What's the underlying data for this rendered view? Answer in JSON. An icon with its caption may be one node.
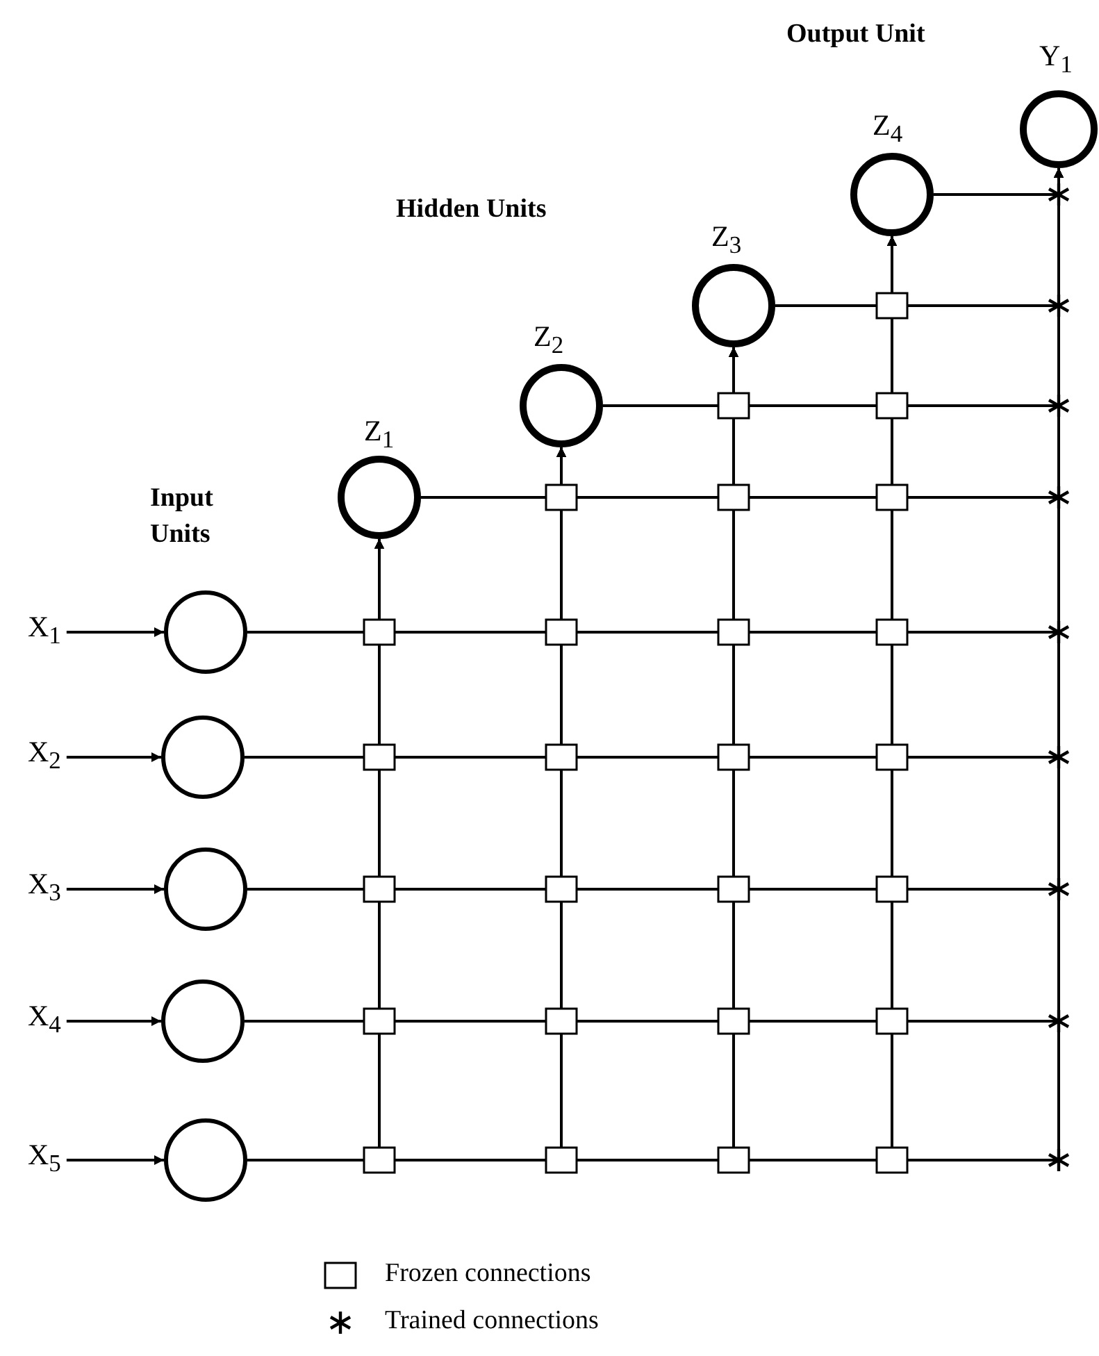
{
  "diagram": {
    "nodes": [
      {
        "text": [
          "Y$_{1}$"
        ]
      },
      {
        "text": [
          "Z$_{4}$"
        ]
      },
      {
        "text": [
          "Z$_{3}$"
        ]
      },
      {
        "text": [
          "Z$_{2}$"
        ]
      },
      {
        "text": [
          "Z$_{1}$"
        ]
      },
      {
        "text": [
          "X$_{1}$"
        ]
      },
      {
        "text": [],
        "shape": "circle"
      },
      {
        "text": [
          "X$_{2}$"
        ]
      },
      {
        "text": [],
        "shape": "circle"
      },
      {
        "text": [
          "X$_{3}$"
        ]
      },
      {
        "text": [],
        "shape": "circle"
      },
      {
        "text": [
          "X$_{4}$"
        ]
      },
      {
        "text": [],
        "shape": "circle"
      },
      {
        "text": [
          "X$_{5}$"
        ]
      },
      {
        "text": [],
        "shape": "circle"
      }
    ],
    "edges": [
      {
        "from": 5,
        "to": 6,
        "arrow": "to"
      },
      {
        "from": 7,
        "to": 8,
        "arrow": "to"
      },
      {
        "from": 9,
        "to": 10,
        "arrow": "to"
      },
      {
        "from": 11,
        "to": 12,
        "arrow": "to"
      },
      {
        "from": 13,
        "to": 14,
        "arrow": "to"
      },
      {
        "from": 6,
        "to": 4,
        "arrow": "to"
      },
      {
        "from": 6,
        "to": 3,
        "arrow": "to"
      },
      {
        "from": 6,
        "to": 2,
        "arrow": "to"
      },
      {
        "from": 6,
        "to": 1,
        "arrow": "to"
      },
      {
        "from": 6,
        "to": 0,
        "arrow": "to"
      },
      {
        "from": 8,
        "to": 4,
        "arrow": "to"
      },
      {
        "from": 8,
        "to": 3,
        "arrow": "to"
      },
      {
        "from": 8,
        "to": 2,
        "arrow": "to"
      },
      {
        "from": 8,
        "to": 1,
        "arrow": "to"
      },
      {
        "from": 8,
        "to": 0,
        "arrow": "to"
      },
      {
        "from": 10,
        "to": 4,
        "arrow": "to"
      },
      {
        "from": 10,
        "to": 3,
        "arrow": "to"
      },
      {
        "from": 10,
        "to": 2,
        "arrow": "to"
      },
      {
        "from": 10,
        "to": 1,
        "arrow": "to"
      },
      {
        "from": 10,
        "to": 0,
        "arrow": "to"
      },
      {
        "from": 12,
        "to": 4,
        "arrow": "to"
      },
      {
        "from": 12,
        "to": 3,
        "arrow": "to"
      },
      {
        "from": 12,
        "to": 2,
        "arrow": "to"
      },
      {
        "from": 12,
        "to": 1,
        "arrow": "to"
      },
      {
        "from": 12,
        "to": 0,
        "arrow": "to"
      },
      {
        "from": 14,
        "to": 4,
        "arrow": "to"
      },
      {
        "from": 14,
        "to": 3,
        "arrow": "to"
      },
      {
        "from": 14,
        "to": 2,
        "arrow": "to"
      },
      {
        "from": 14,
        "to": 1,
        "arrow": "to"
      },
      {
        "from": 14,
        "to": 0,
        "arrow": "to"
      },
      {
        "from": 4,
        "to": 3,
        "arrow": "to"
      },
      {
        "from": 4,
        "to": 2,
        "arrow": "to"
      },
      {
        "from": 4,
        "to": 1,
        "arrow": "to"
      },
      {
        "from": 4,
        "to": 0,
        "arrow": "to"
      },
      {
        "from": 3,
        "to": 2,
        "arrow": "to"
      },
      {
        "from": 3,
        "to": 1,
        "arrow": "to"
      },
      {
        "from": 3,
        "to": 0,
        "arrow": "to"
      },
      {
        "from": 2,
        "to": 1,
        "arrow": "to"
      },
      {
        "from": 2,
        "to": 0,
        "arrow": "to"
      },
      {
        "from": 1,
        "to": 0,
        "arrow": "to"
      }
    ],
    "labels": [
      "Output Unit",
      "Hidden Units",
      "Input Units"
    ],
    "legend": [
      {
        "text": "Frozen connections"
      },
      {
        "text": "Trained connections"
      }
    ]
  }
}
